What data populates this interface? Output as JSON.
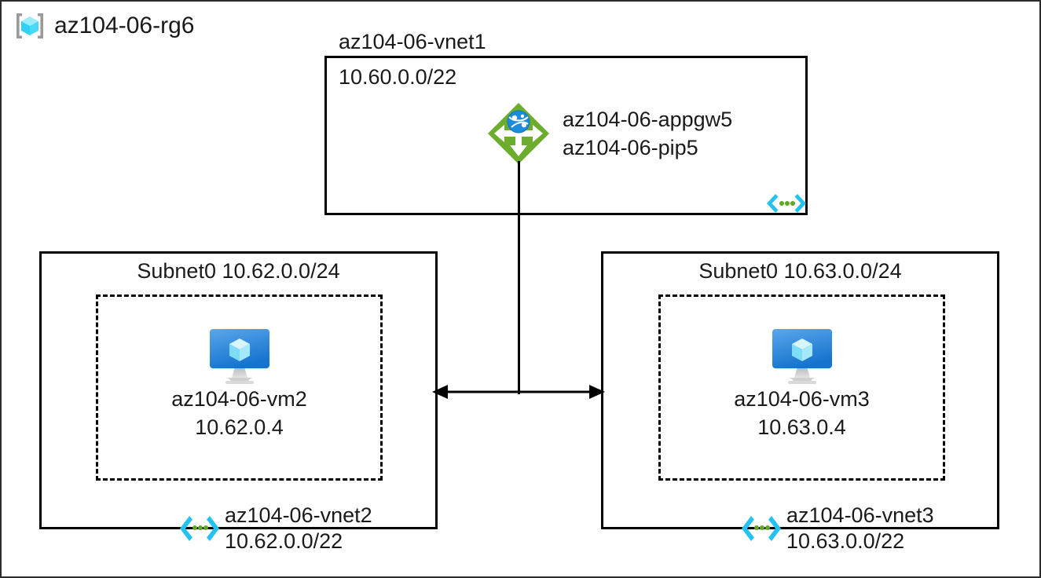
{
  "resource_group": {
    "name": "az104-06-rg6",
    "icon": "resource-group-cube-icon"
  },
  "vnet1": {
    "name": "az104-06-vnet1",
    "address_space": "10.60.0.0/22",
    "icon": "vnet-chevron-icon",
    "application_gateway": {
      "icon": "application-gateway-icon",
      "name": "az104-06-appgw5",
      "public_ip": "az104-06-pip5"
    }
  },
  "vnet2": {
    "subnet_heading": "Subnet0 10.62.0.0/24",
    "name": "az104-06-vnet2",
    "address_space": "10.62.0.0/22",
    "icon": "vnet-chevron-icon",
    "vm": {
      "icon": "virtual-machine-icon",
      "name": "az104-06-vm2",
      "private_ip": "10.62.0.4"
    }
  },
  "vnet3": {
    "subnet_heading": "Subnet0 10.63.0.0/24",
    "name": "az104-06-vnet3",
    "address_space": "10.63.0.0/22",
    "icon": "vnet-chevron-icon",
    "vm": {
      "icon": "virtual-machine-icon",
      "name": "az104-06-vm3",
      "private_ip": "10.63.0.4"
    }
  },
  "connectors": {
    "peering_arrow": "bidirectional-arrow",
    "gateway_link": "vertical-line"
  },
  "colors": {
    "appgw_green": "#6cad2e",
    "appgw_globe_blue": "#1b8bdc",
    "vnet_cyan": "#23c2f0",
    "vnet_dot_green": "#5ea822",
    "vm_blue_top": "#4d9ee8",
    "vm_blue_bottom": "#1674cd",
    "vm_cube_cyan": "#a5e8fb",
    "rg_bracket_grey": "#9a9a9a",
    "rg_cube_cyan": "#2fd0f5",
    "line_black": "#000000",
    "text_black": "#1a1a1a"
  }
}
